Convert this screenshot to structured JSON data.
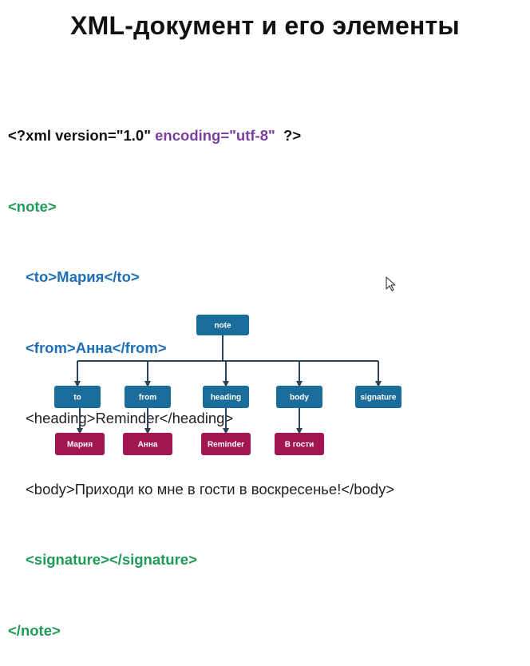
{
  "title": "XML-документ и его элементы",
  "code": {
    "decl_start": "<?xml version=\"1.0\" ",
    "decl_encoding": "encoding=\"utf-8\"",
    "decl_end": "  ?>",
    "note_open": "<note>",
    "to_line": "<to>Мария</to>",
    "from_line": "<from>Анна</from>",
    "heading_line": "<heading>Reminder</heading>",
    "body_line": "<body>Приходи ко мне в гости в воскресенье!</body>",
    "signature_line": "<signature></signature>",
    "note_close": "</note>"
  },
  "tree": {
    "root": "note",
    "children": [
      "to",
      "from",
      "heading",
      "body",
      "signature"
    ],
    "leaves": [
      "Мария",
      "Анна",
      "Reminder",
      "В гости"
    ]
  },
  "colors": {
    "node_blue": "#1a6d9a",
    "leaf_red": "#a3154f",
    "connector": "#2b4459"
  },
  "icons": [
    "mouse-cursor-icon"
  ]
}
